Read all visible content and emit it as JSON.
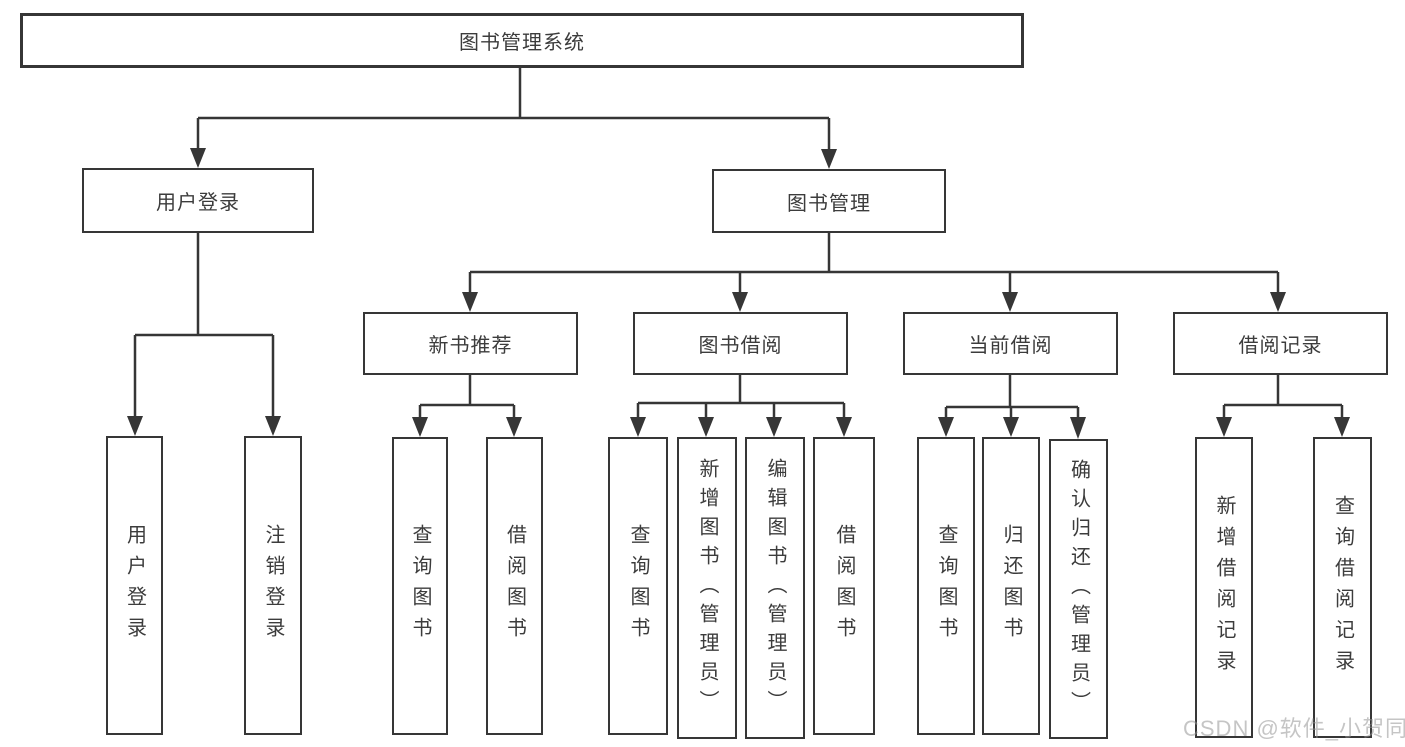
{
  "diagram": {
    "root": {
      "label": "图书管理系统"
    },
    "level1": [
      {
        "label": "用户登录"
      },
      {
        "label": "图书管理"
      }
    ],
    "level2": [
      {
        "label": "新书推荐"
      },
      {
        "label": "图书借阅"
      },
      {
        "label": "当前借阅"
      },
      {
        "label": "借阅记录"
      }
    ],
    "leaves": [
      {
        "label": "用户登录"
      },
      {
        "label": "注销登录"
      },
      {
        "label": "查询图书"
      },
      {
        "label": "借阅图书"
      },
      {
        "label": "查询图书"
      },
      {
        "label": "新增图书（管理员）"
      },
      {
        "label": "编辑图书（管理员）"
      },
      {
        "label": "借阅图书"
      },
      {
        "label": "查询图书"
      },
      {
        "label": "归还图书"
      },
      {
        "label": "确认归还（管理员）"
      },
      {
        "label": "新增借阅记录"
      },
      {
        "label": "查询借阅记录"
      }
    ],
    "watermark": "CSDN @软件_小贺同学",
    "colors": {
      "line": "#363636",
      "text": "#3c3c3c",
      "box_background": "#ffffff",
      "watermark": "#c6c6c6"
    }
  }
}
